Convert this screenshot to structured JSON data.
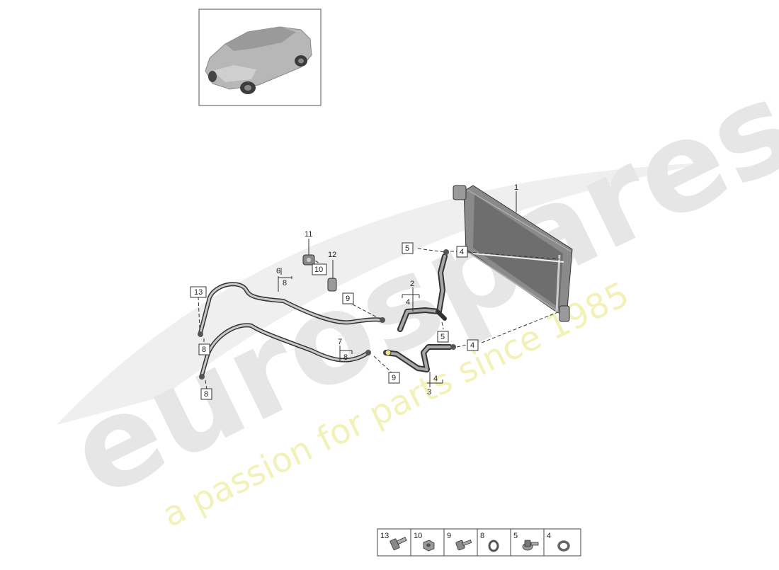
{
  "watermark": {
    "brand": "eurospares",
    "tagline": "a passion for parts since 1985"
  },
  "thumbnail": {
    "icon": "suv-car-thumbnail-icon"
  },
  "callouts": {
    "c1": "1",
    "c2": "2",
    "c3": "3",
    "c4a": "4",
    "c4b": "4",
    "c4c": "4",
    "c4d": "4",
    "c5a": "5",
    "c5b": "5",
    "c6": "6",
    "c7": "7",
    "c8a": "8",
    "c8b": "8",
    "c8c": "8",
    "c8d": "8",
    "c9a": "9",
    "c9b": "9",
    "c10": "10",
    "c11": "11",
    "c12": "12",
    "c13": "13"
  },
  "legend": [
    {
      "num": "13",
      "icon": "bolt-icon"
    },
    {
      "num": "10",
      "icon": "hex-nut-icon"
    },
    {
      "num": "9",
      "icon": "screw-icon"
    },
    {
      "num": "8",
      "icon": "seal-ring-icon"
    },
    {
      "num": "5",
      "icon": "flange-bolt-icon"
    },
    {
      "num": "4",
      "icon": "o-ring-icon"
    }
  ],
  "colors": {
    "line": "#222222",
    "watermark_gray": "#e6e6e6",
    "watermark_yellow": "#f2f2b8",
    "radiator": "#7a7a7a"
  }
}
